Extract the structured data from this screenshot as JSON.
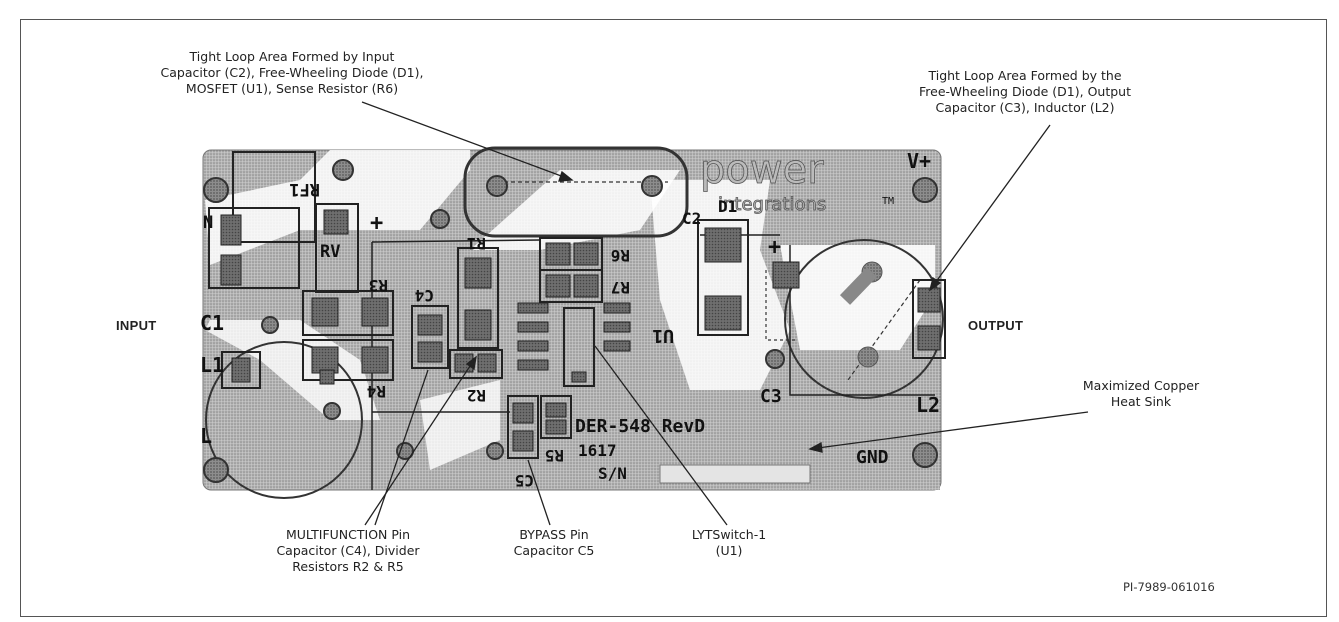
{
  "callouts": {
    "input_loop": [
      "Tight Loop Area Formed by Input",
      "Capacitor (C2), Free-Wheeling Diode (D1),",
      "MOSFET (U1), Sense Resistor (R6)"
    ],
    "output_loop": [
      "Tight Loop Area Formed by the",
      "Free-Wheeling Diode (D1), Output",
      "Capacitor (C3), Inductor (L2)"
    ],
    "heat_sink": [
      "Maximized Copper",
      "Heat Sink"
    ],
    "multifunction": [
      "MULTIFUNCTION Pin",
      "Capacitor (C4), Divider",
      "Resistors R2 & R5"
    ],
    "bypass": [
      "BYPASS Pin",
      "Capacitor C5"
    ],
    "lytswitch": [
      "LYTSwitch-1",
      "(U1)"
    ]
  },
  "sides": {
    "input": "INPUT",
    "output": "OUTPUT"
  },
  "figure_id": "PI-7989-061016",
  "board": {
    "logo_top": "power",
    "logo_bottom": "integrations",
    "logo_tm": "TM",
    "vplus": "V+",
    "gnd": "GND",
    "board_id": "DER-548 RevD",
    "board_num": "1617",
    "serial": "S/N",
    "refs": {
      "rv": "RV",
      "rf1": "RF1",
      "n": "N",
      "c1": "C1",
      "l1": "L1",
      "l": "L",
      "c2": "C2",
      "d1": "D1",
      "c4": "C4",
      "c5": "C5",
      "r1": "R1",
      "r2": "R2",
      "r3": "R3",
      "r4": "R4",
      "r5": "R5",
      "r6": "R6",
      "r7": "R7",
      "u1": "U1",
      "c3": "C3",
      "l2": "L2",
      "plus": "+"
    }
  }
}
